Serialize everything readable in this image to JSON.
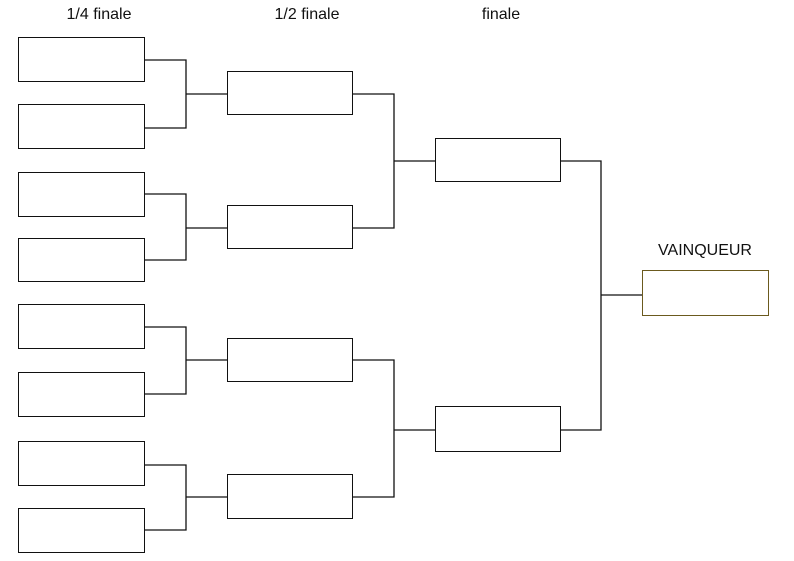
{
  "rounds": {
    "quarter_label": "1/4 finale",
    "semi_label": "1/2 finale",
    "final_label": "finale",
    "winner_label": "VAINQUEUR"
  },
  "colors": {
    "line": "#111111",
    "winner_border": "#6b5a1e",
    "background": "#ffffff"
  }
}
